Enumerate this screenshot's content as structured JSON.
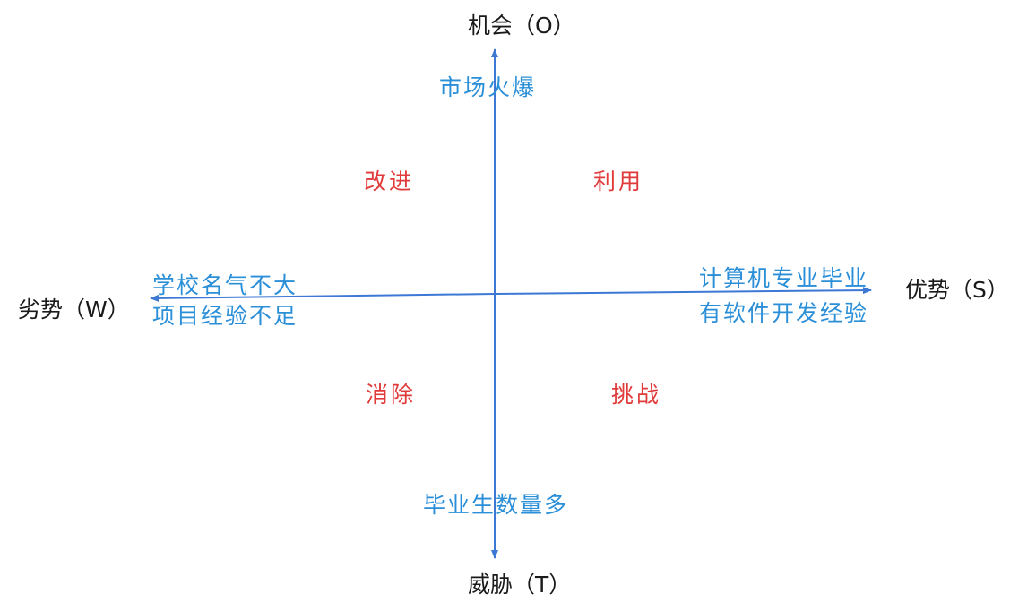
{
  "axes": {
    "top_label": "机会（O）",
    "bottom_label": "威胁（T）",
    "left_label": "劣势（W）",
    "right_label": "优势（S）"
  },
  "axis_descriptions": {
    "top": "市场火爆",
    "bottom": "毕业生数量多",
    "left_line1": "学校名气不大",
    "left_line2": "项目经验不足",
    "right_line1": "计算机专业毕业",
    "right_line2": "有软件开发经验"
  },
  "quadrants": {
    "top_left": "改进",
    "top_right": "利用",
    "bottom_left": "消除",
    "bottom_right": "挑战"
  },
  "colors": {
    "axis_line": "#3d78d4",
    "axis_text": "#1a1a1a",
    "description_text": "#2b8fd8",
    "quadrant_text": "#e03a3a"
  }
}
